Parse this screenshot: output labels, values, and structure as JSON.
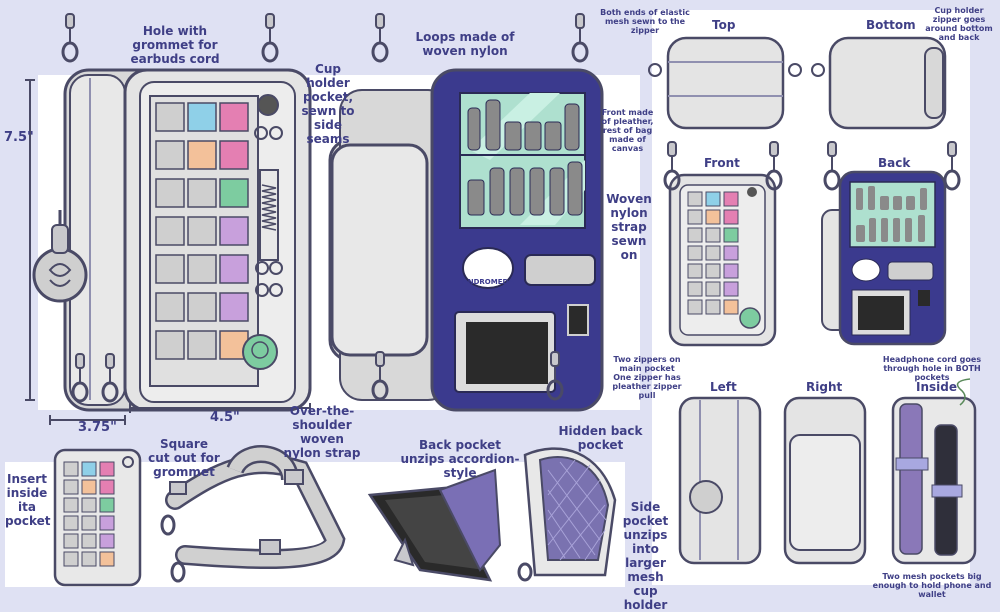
{
  "annotations": {
    "grommet_hole": "Hole with grommet for earbuds cord",
    "loops": "Loops made of woven nylon",
    "cup_holder_pocket": "Cup holder pocket, sewn to side seams",
    "mesh_ends": "Both ends of elastic mesh sewn to the zipper",
    "cup_holder_zipper": "Cup holder zipper goes around bottom and back",
    "front_material": "Front made of pleather, rest of bag made of canvas",
    "strap_sewn": "Woven nylon strap sewn on",
    "over_shoulder": "Over-the-shoulder woven nylon strap",
    "back_pocket": "Back pocket unzips accordion-style",
    "hidden_pocket": "Hidden back pocket",
    "square_cutout": "Square cut out for grommet",
    "insert": "Insert inside ita pocket",
    "two_zippers": "Two zippers on main pocket One zipper has pleather zipper pull",
    "headphone_cord": "Headphone cord goes through hole in BOTH pockets",
    "side_pocket": "Side pocket unzips into larger mesh cup holder",
    "mesh_pockets": "Two mesh pockets big enough to hold phone and wallet"
  },
  "dimensions": {
    "height": "7.5\"",
    "width": "4.5\"",
    "depth": "3.75\""
  },
  "view_titles": {
    "top": "Top",
    "bottom": "Bottom",
    "front": "Front",
    "back": "Back",
    "left": "Left",
    "right": "Right",
    "inside": "Inside"
  },
  "vending_logo": "ANDROMEDA",
  "colors": {
    "navy": "#3b3a8e",
    "outline": "#4a4a66",
    "bag_grey": "#e4e4e4",
    "accent_blue": "#8fd0e8",
    "accent_pink": "#e47fb2",
    "accent_peach": "#f3c19a",
    "accent_green": "#7dcca0",
    "accent_purple": "#c8a0dc",
    "label_color": "#3f3f86",
    "background": "#dfe1f3"
  }
}
